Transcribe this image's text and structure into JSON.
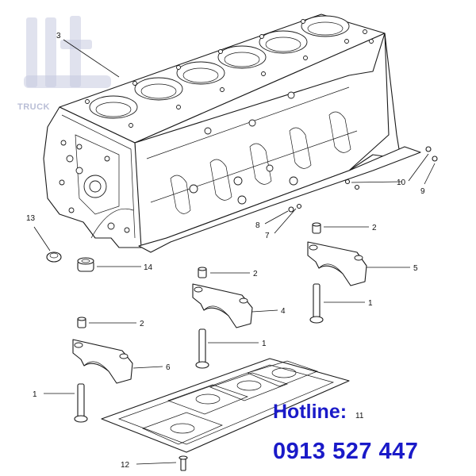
{
  "watermark": {
    "brand_text": "TRUCK",
    "logo_icon": "tt-logo-icon"
  },
  "callouts": [
    {
      "id": "c3",
      "text": "3"
    },
    {
      "id": "c13",
      "text": "13"
    },
    {
      "id": "c14",
      "text": "14"
    },
    {
      "id": "c2a",
      "text": "2"
    },
    {
      "id": "c5",
      "text": "5"
    },
    {
      "id": "c1a",
      "text": "1"
    },
    {
      "id": "c2b",
      "text": "2"
    },
    {
      "id": "c4",
      "text": "4"
    },
    {
      "id": "c1b",
      "text": "1"
    },
    {
      "id": "c2c",
      "text": "2"
    },
    {
      "id": "c6",
      "text": "6"
    },
    {
      "id": "c1c",
      "text": "1"
    },
    {
      "id": "c12",
      "text": "12"
    },
    {
      "id": "c10",
      "text": "10"
    },
    {
      "id": "c9",
      "text": "9"
    },
    {
      "id": "c8",
      "text": "8"
    },
    {
      "id": "c7",
      "text": "7"
    },
    {
      "id": "c11",
      "text": "11"
    }
  ],
  "contact": {
    "hotline_label": "Hotline:",
    "phone": "0913 527 447"
  },
  "colors": {
    "contact_text": "#1a1ac8",
    "linework": "#1a1a1a",
    "watermark": "#c7cbe0"
  }
}
